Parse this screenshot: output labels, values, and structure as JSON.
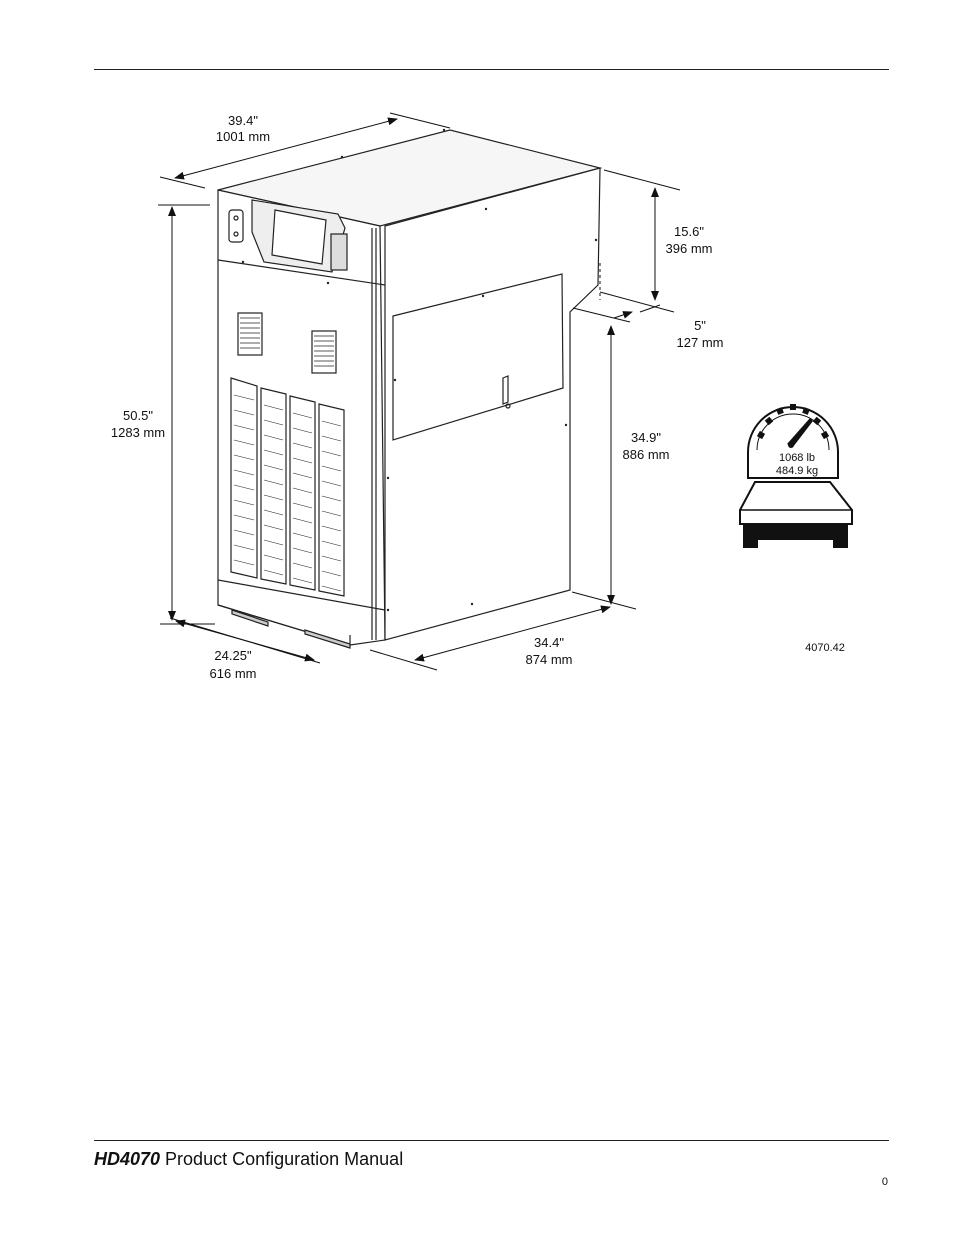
{
  "figure": {
    "dimensions": {
      "depth_top_in": "39.4\"",
      "depth_top_mm": "1001 mm",
      "height_total_in": "50.5\"",
      "height_total_mm": "1283 mm",
      "height_upper_in": "15.6\"",
      "height_upper_mm": "396 mm",
      "step_in": "5\"",
      "step_mm": "127 mm",
      "height_lower_in": "34.9\"",
      "height_lower_mm": "886 mm",
      "width_front_in": "24.25\"",
      "width_front_mm": "616 mm",
      "depth_bottom_in": "34.4\"",
      "depth_bottom_mm": "874 mm"
    },
    "weight": {
      "lb": "1068 lb",
      "kg": "484.9 kg"
    },
    "figure_id": "4070.42"
  },
  "footer": {
    "model": "HD4070",
    "title": " Product Configuration Manual",
    "page_number": "0"
  }
}
